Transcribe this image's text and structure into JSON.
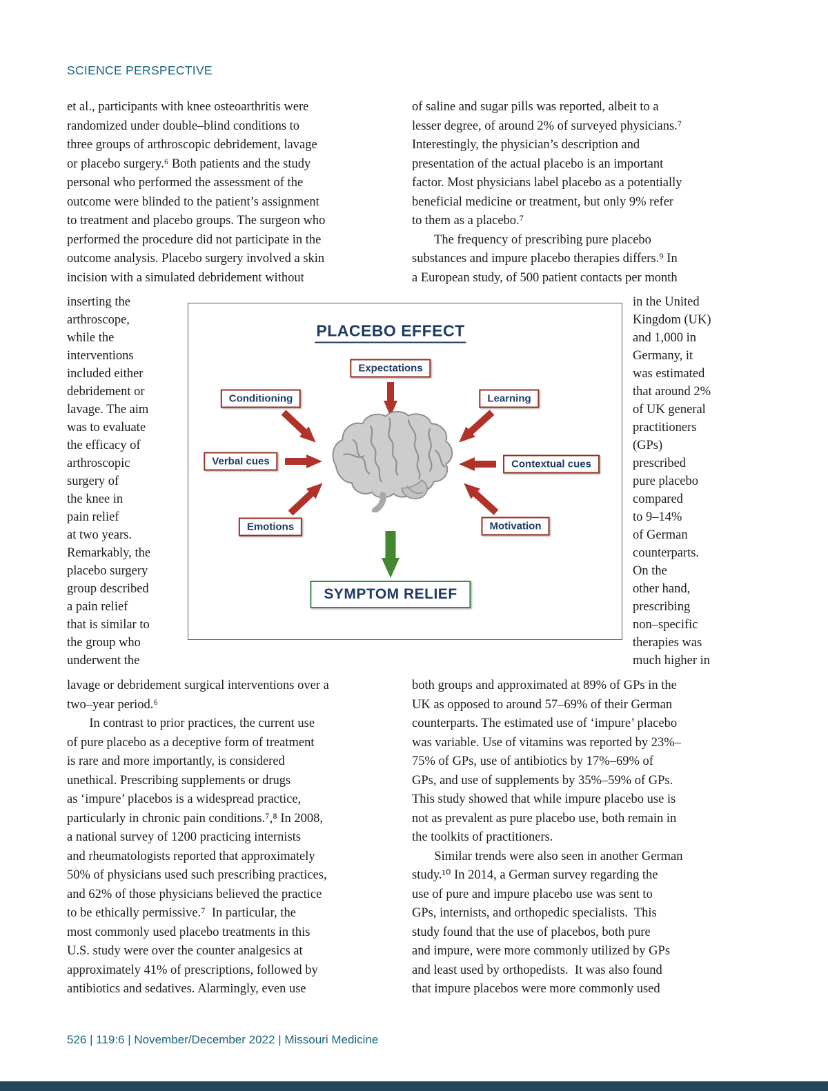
{
  "page": {
    "kicker": "SCIENCE PERSPECTIVE",
    "footer": "526 | 119:6 | November/December 2022 | Missouri Medicine"
  },
  "article": {
    "left_top": [
      "et al., participants with knee osteoarthritis were",
      "randomized under double–blind conditions to",
      "three groups of arthroscopic debridement, lavage",
      "or placebo surgery.⁶ Both patients and the study",
      "personal who performed the assessment of the",
      "outcome were blinded to the patient’s assignment",
      "to treatment and placebo groups. The surgeon who",
      "performed the procedure did not participate in the",
      "outcome analysis. Placebo surgery involved a skin",
      "incision with a simulated debridement without"
    ],
    "right_top": [
      "of saline and sugar pills was reported, albeit to a",
      "lesser degree, of around 2% of surveyed physicians.⁷",
      "Interestingly, the physician’s description and",
      "presentation of the actual placebo is an important",
      "factor. Most physicians label placebo as a potentially",
      "beneficial medicine or treatment, but only 9% refer",
      "to them as a placebo.⁷",
      "       The frequency of prescribing pure placebo",
      "substances and impure placebo therapies differs.⁹ In",
      "a European study, of 500 patient contacts per month"
    ],
    "left_narrow": [
      "inserting the",
      "arthroscope,",
      "while the",
      "interventions",
      "included either",
      "debridement or",
      "lavage. The aim",
      "was to evaluate",
      "the efficacy of",
      "arthroscopic",
      "surgery of",
      "the knee in",
      "pain relief",
      "at two years.",
      "Remarkably, the",
      "placebo surgery",
      "group described",
      "a pain relief",
      "that is similar to",
      "the group who",
      "underwent the"
    ],
    "right_narrow": [
      "in the United",
      "Kingdom (UK)",
      "and 1,000 in",
      "Germany, it",
      "was estimated",
      "that around 2%",
      "of UK general",
      "practitioners",
      "(GPs)",
      "prescribed",
      "pure placebo",
      "compared",
      "to 9–14%",
      "of German",
      "counterparts.",
      "On the",
      "other hand,",
      "prescribing",
      "non–specific",
      "therapies was",
      "much higher in"
    ],
    "left_bottom": [
      "lavage or debridement surgical interventions over a",
      "two–year period.⁶",
      "       In contrast to prior practices, the current use",
      "of pure placebo as a deceptive form of treatment",
      "is rare and more importantly, is considered",
      "unethical. Prescribing supplements or drugs",
      "as ‘impure’ placebos is a widespread practice,",
      "particularly in chronic pain conditions.⁷,⁸ In 2008,",
      "a national survey of 1200 practicing internists",
      "and rheumatologists reported that approximately",
      "50% of physicians used such prescribing practices,",
      "and 62% of those physicians believed the practice",
      "to be ethically permissive.⁷  In particular, the",
      "most commonly used placebo treatments in this",
      "U.S. study were over the counter analgesics at",
      "approximately 41% of prescriptions, followed by",
      "antibiotics and sedatives. Alarmingly, even use"
    ],
    "right_bottom": [
      "both groups and approximated at 89% of GPs in the",
      "UK as opposed to around 57–69% of their German",
      "counterparts. The estimated use of ‘impure’ placebo",
      "was variable. Use of vitamins was reported by 23%–",
      "75% of GPs, use of antibiotics by 17%–69% of",
      "GPs, and use of supplements by 35%–59% of GPs.",
      "This study showed that while impure placebo use is",
      "not as prevalent as pure placebo use, both remain in",
      "the toolkits of practitioners.",
      "       Similar trends were also seen in another German",
      "study.¹⁰ In 2014, a German survey regarding the",
      "use of pure and impure placebo use was sent to",
      "GPs, internists, and orthopedic specialists.  This",
      "study found that the use of placebos, both pure",
      "and impure, were more commonly utilized by GPs",
      "and least used by orthopedists.  It was also found",
      "that impure placebos were more commonly used"
    ]
  },
  "figure": {
    "title": "PLACEBO EFFECT",
    "factors": [
      "Expectations",
      "Conditioning",
      "Learning",
      "Verbal cues",
      "Contextual cues",
      "Emotions",
      "Motivation"
    ],
    "outcome": "SYMPTOM RELIEF",
    "colors": {
      "accent_teal": "#17657a",
      "figure_navy": "#1e3a63",
      "factor_box_red": "#982f23",
      "arrow_red": "#b13228",
      "relief_green": "#3c8a4a",
      "arrow_green": "#43882e",
      "bottom_bar": "#24465a"
    }
  }
}
